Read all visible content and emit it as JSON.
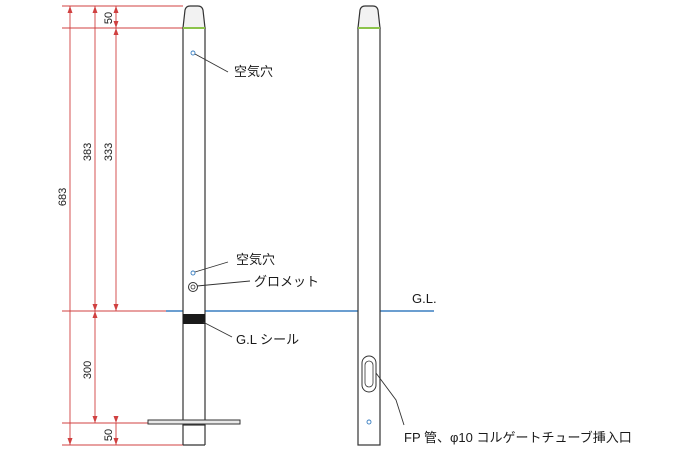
{
  "dimensions": {
    "overall": "683",
    "above_ground": "383",
    "mid": "333",
    "top_cap": "50",
    "below_ground": "300",
    "bottom": "50"
  },
  "labels": {
    "air_hole_top": "空気穴",
    "air_hole_lower": "空気穴",
    "grommet": "グロメット",
    "gl_seal": "G.L シール",
    "ground_line": "G.L.",
    "fp_pipe": "FP 管、φ10 コルゲートチューブ挿入口"
  },
  "colors": {
    "dimension_lines": "#d04040",
    "ground_line": "#3a7fc1",
    "cap_accent": "#8bc34a",
    "outline": "#333333"
  }
}
